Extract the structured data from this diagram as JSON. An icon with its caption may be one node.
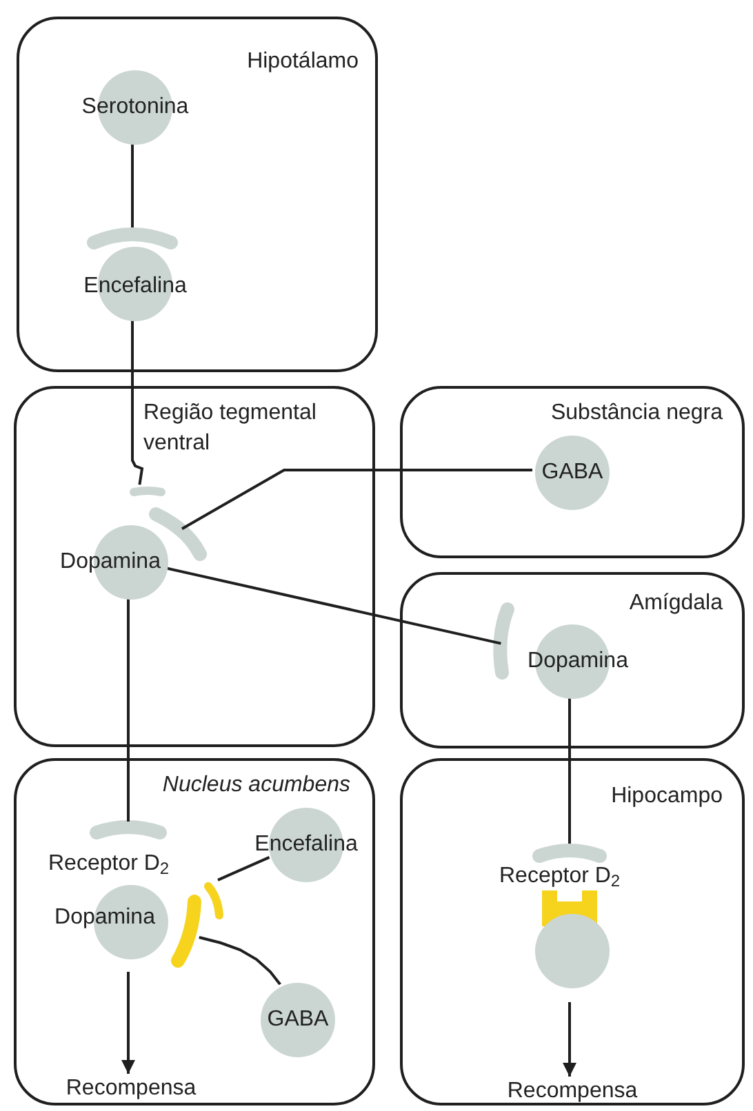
{
  "diagram": {
    "nodes": [
      {
        "text": [
          "Hipotálamo"
        ]
      },
      {
        "text": [
          "Serotonina"
        ],
        "in": 0
      },
      {
        "text": [
          "Encefalina"
        ],
        "in": 0
      },
      {
        "text": [
          "Região tegmental ventral"
        ]
      },
      {
        "text": [
          "Dopamina"
        ],
        "in": 3
      },
      {
        "text": [
          "Substância negra"
        ]
      },
      {
        "text": [
          "GABA"
        ],
        "in": 5
      },
      {
        "text": [
          "Amígdala"
        ]
      },
      {
        "text": [
          "Dopamina"
        ],
        "in": 7
      },
      {
        "text": [
          "Nucleus acumbens"
        ]
      },
      {
        "text": [
          "Dopamina"
        ],
        "in": 9
      },
      {
        "text": [
          "Encefalina"
        ],
        "in": 9
      },
      {
        "text": [
          "GABA"
        ],
        "in": 9
      },
      {
        "text": [
          "Recompensa"
        ],
        "in": 9
      },
      {
        "text": [
          "Hipocampo"
        ]
      },
      {
        "text": [],
        "shape": "circle",
        "in": 14
      },
      {
        "text": [
          "Recompensa"
        ],
        "in": 14
      }
    ],
    "edges": [
      {
        "from": 1,
        "to": 2,
        "arrow": "none"
      },
      {
        "from": 2,
        "to": 4,
        "arrow": "none"
      },
      {
        "from": 6,
        "to": 4,
        "arrow": "none"
      },
      {
        "from": 4,
        "to": 8,
        "arrow": "none"
      },
      {
        "from": 4,
        "to": 10,
        "arrow": "none"
      },
      {
        "from": 10,
        "to": 13,
        "arrow": "to"
      },
      {
        "from": 11,
        "to": 10,
        "arrow": "none"
      },
      {
        "from": 12,
        "to": 10,
        "arrow": "none"
      },
      {
        "from": 8,
        "to": 15,
        "arrow": "none"
      },
      {
        "from": 15,
        "to": 16,
        "arrow": "to"
      }
    ],
    "labels": [
      "Receptor D$_{2}$",
      "Receptor D$_{2}$"
    ]
  }
}
